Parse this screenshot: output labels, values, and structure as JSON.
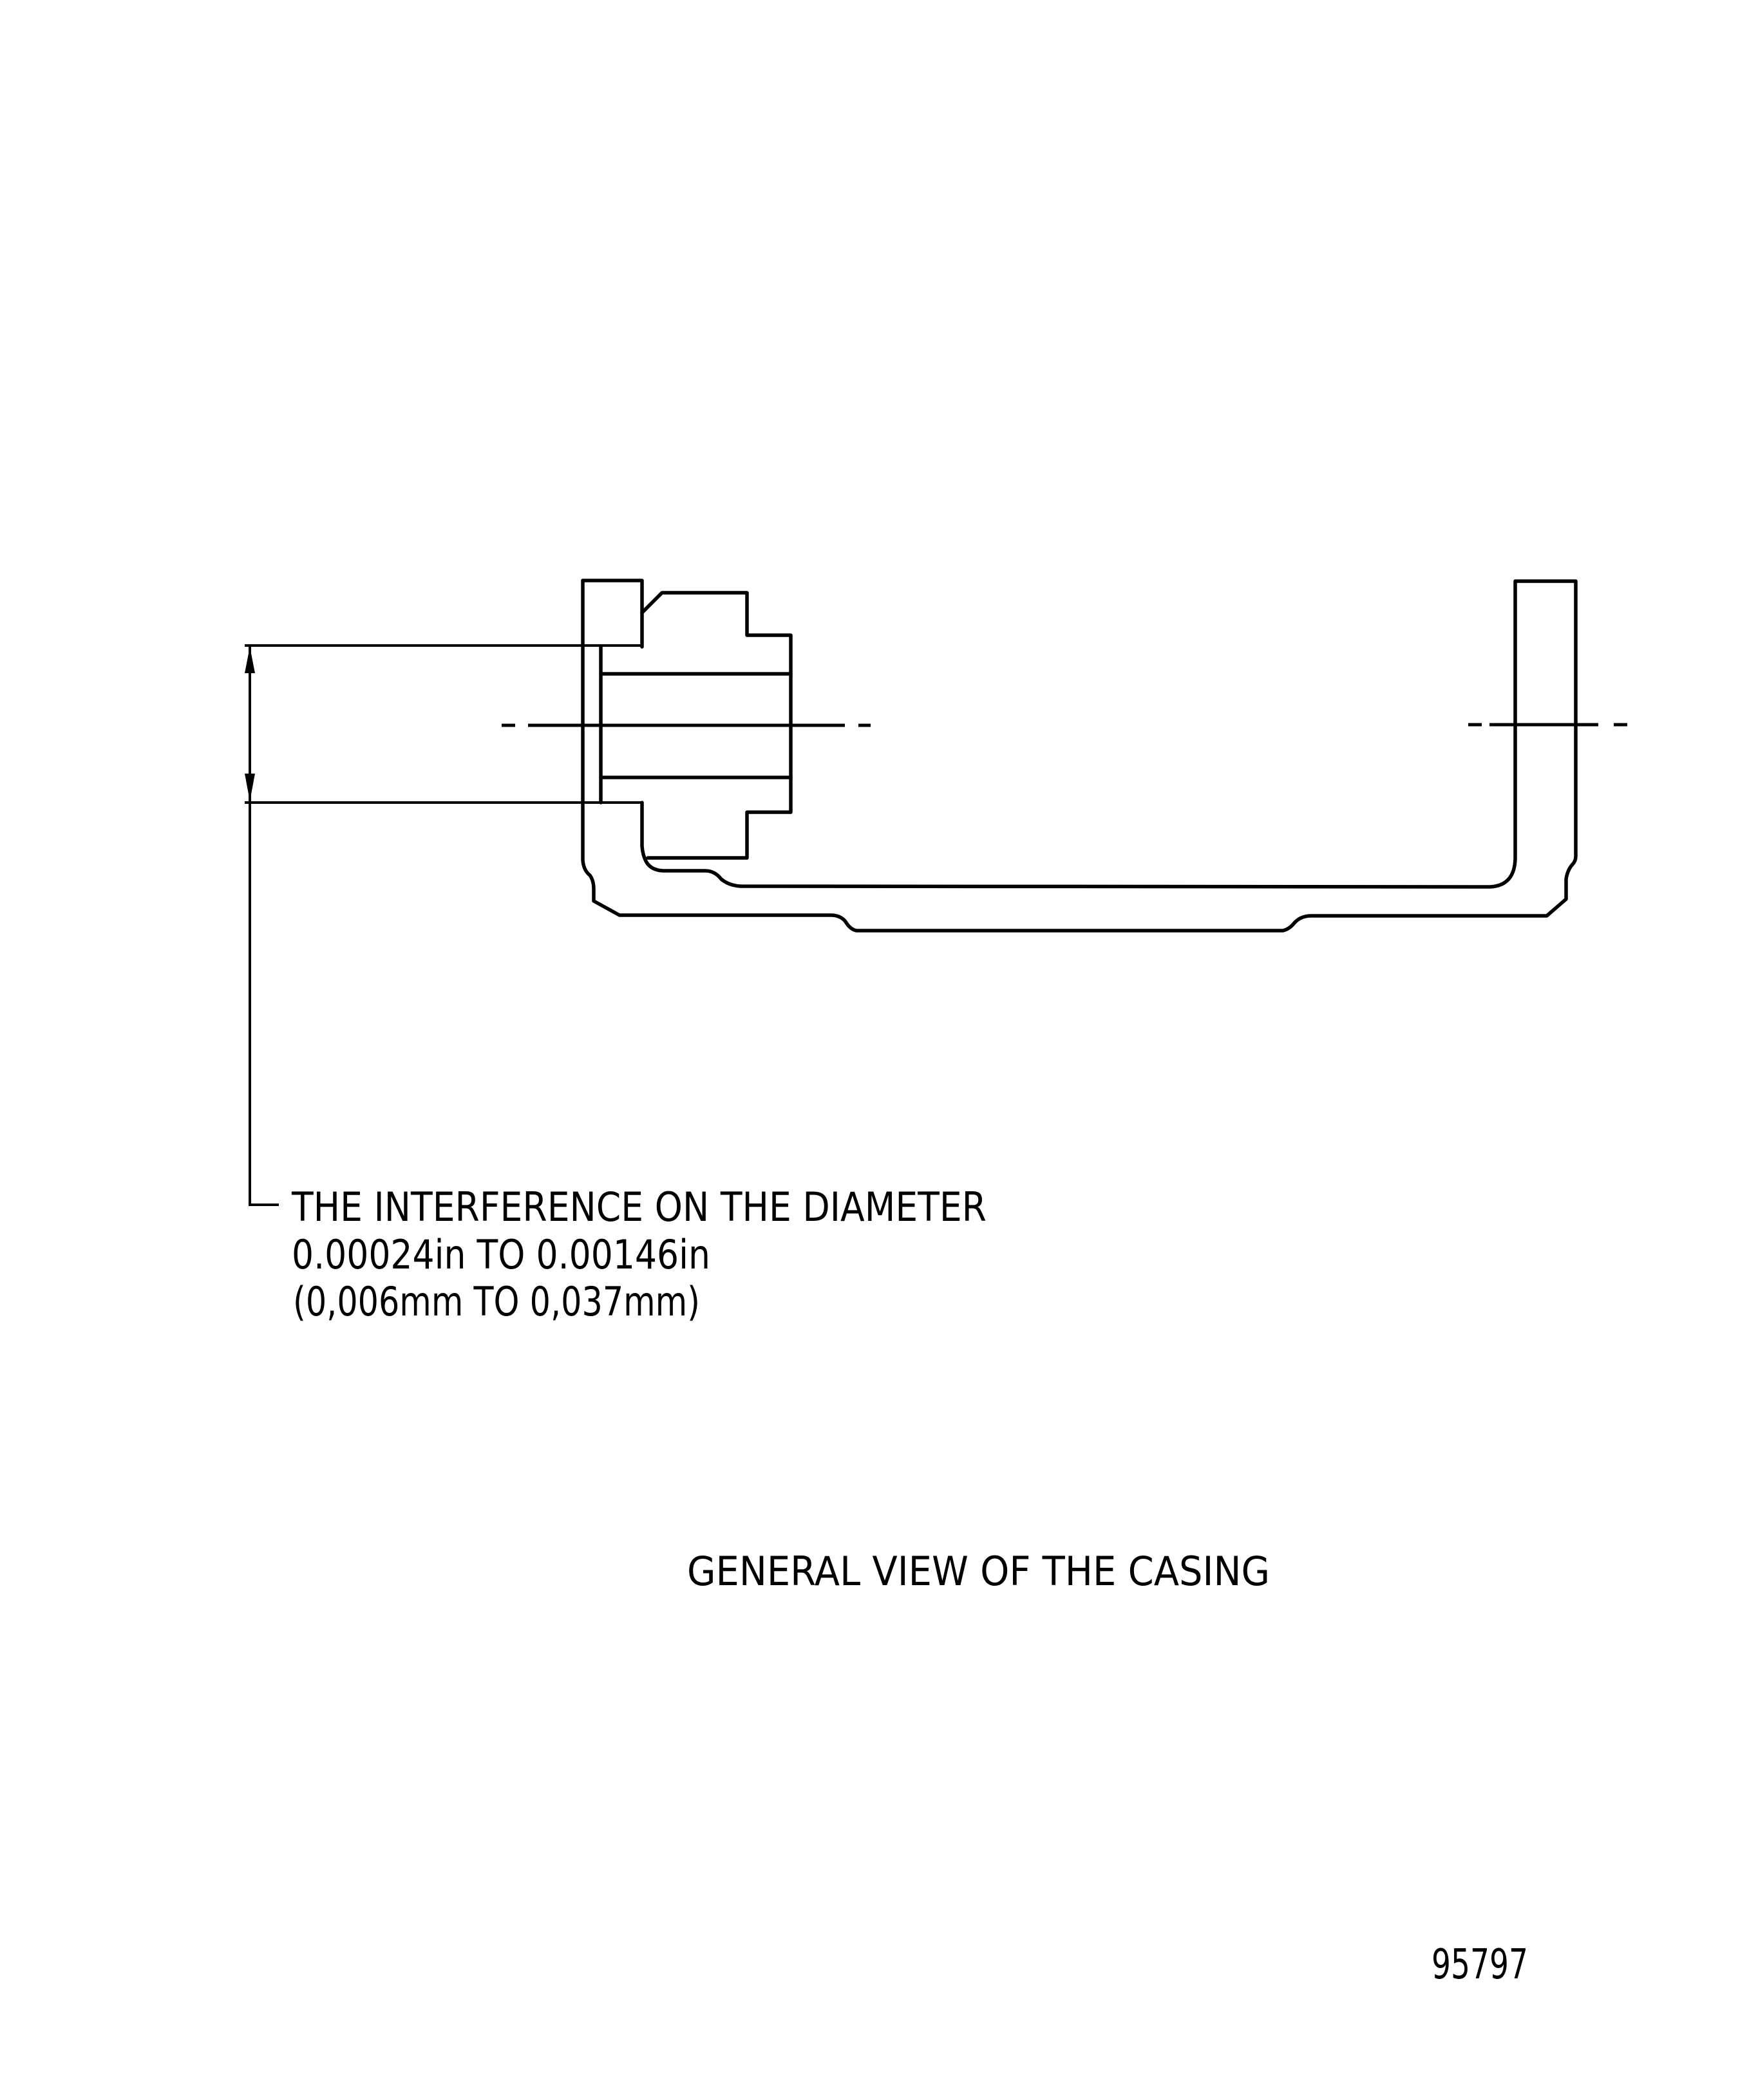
{
  "figure": {
    "type": "engineering-drawing",
    "subject": "casing cross-section with interference fit dimension"
  },
  "note": {
    "line1": "THE INTERFERENCE ON THE DIAMETER",
    "line2": "0.00024in TO 0.00146in",
    "line3": "(0,006mm TO 0,037mm)"
  },
  "title": "GENERAL VIEW OF THE CASING",
  "figure_number": "95797",
  "dimension": {
    "interference_in": [
      "0.00024",
      "0.00146"
    ],
    "interference_mm": [
      "0,006",
      "0,037"
    ],
    "unit_in": "in",
    "unit_mm": "mm"
  },
  "colors": {
    "ink": "#000000",
    "paper": "#ffffff"
  }
}
